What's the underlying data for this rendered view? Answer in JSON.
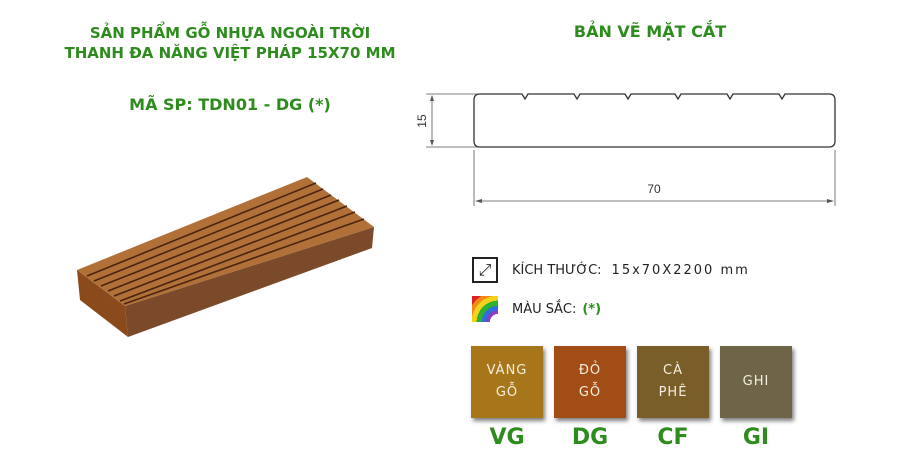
{
  "product": {
    "title_line1": "SẢN PHẨM GỖ NHỰA NGOÀI TRỜI",
    "title_line2": "THANH ĐA NĂNG VIỆT PHÁP 15X70 MM",
    "code": "MÃ SP: TDN01 - DG (*)"
  },
  "drawing": {
    "title": "BẢN VẼ MẶT CẮT",
    "height_label": "15",
    "width_label": "70"
  },
  "specs": {
    "size_label": "KÍCH THƯỚC:",
    "size_value": "15x70X2200 mm",
    "color_label": "MÀU SẮC:",
    "color_value": "(*)"
  },
  "colors": [
    {
      "line1": "VÀNG",
      "line2": "GỖ",
      "code": "VG",
      "hex": "#a8761a"
    },
    {
      "line1": "ĐỎ",
      "line2": "GỖ",
      "code": "DG",
      "hex": "#a24c16"
    },
    {
      "line1": "CÀ",
      "line2": "PHÊ",
      "code": "CF",
      "hex": "#7a5e2a"
    },
    {
      "line1": "GHI",
      "line2": "",
      "code": "GI",
      "hex": "#6e6447"
    }
  ]
}
